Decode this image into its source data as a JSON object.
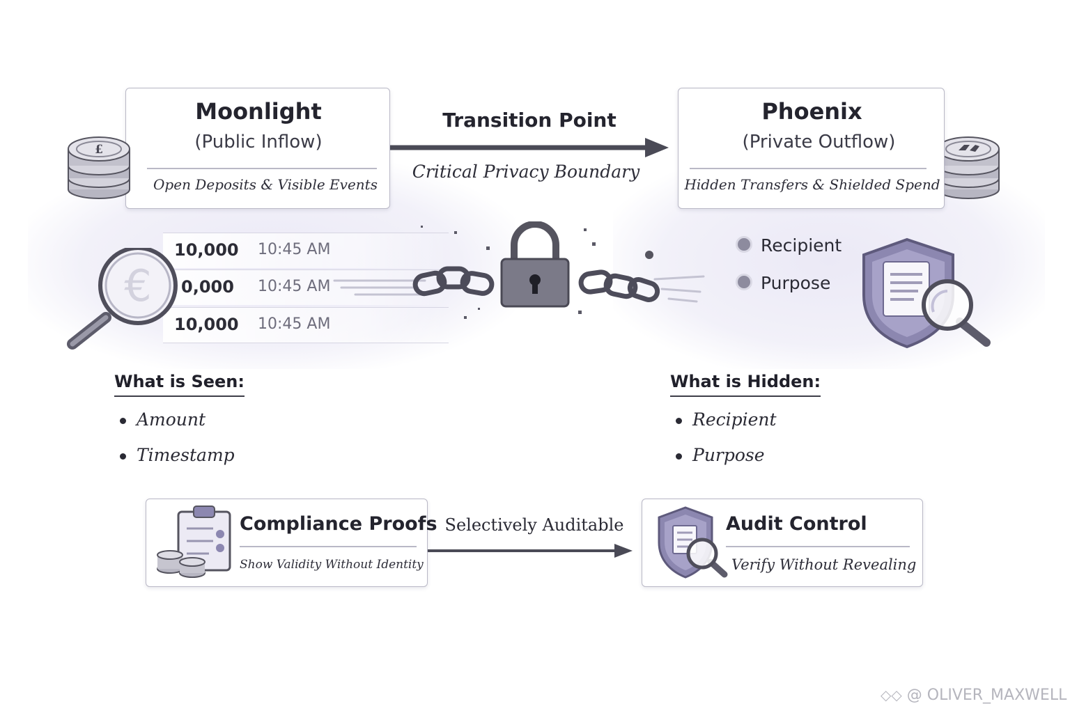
{
  "moonlight": {
    "title": "Moonlight",
    "subtitle": "(Public Inflow)",
    "note": "Open Deposits & Visible Events"
  },
  "phoenix": {
    "title": "Phoenix",
    "subtitle": "(Private Outflow)",
    "note": "Hidden Transfers & Shielded Spend"
  },
  "transition": {
    "label": "Transition Point",
    "caption": "Critical Privacy Boundary"
  },
  "ledger": {
    "rows": [
      {
        "amount": "10,000",
        "time": "10:45 AM"
      },
      {
        "amount": "0,000",
        "time": "10:45 AM"
      },
      {
        "amount": "10,000",
        "time": "10:45 AM"
      }
    ]
  },
  "hidden_fields": [
    "Recipient",
    "Purpose"
  ],
  "seen_section": {
    "heading": "What is Seen:",
    "items": [
      "Amount",
      "Timestamp"
    ]
  },
  "hidden_section": {
    "heading": "What is Hidden:",
    "items": [
      "Recipient",
      "Purpose"
    ]
  },
  "compliance": {
    "title": "Compliance Proofs",
    "note": "Show Validity Without Identity"
  },
  "audit_link": {
    "label": "Selectively Auditable"
  },
  "audit": {
    "title": "Audit Control",
    "note": "Verify Without Revealing"
  },
  "watermark": "@ OLIVER_MAXWELL",
  "icons": {
    "left_coin": "pound-coin-stack-icon",
    "right_coin": "coin-stack-icon",
    "magnifier": "euro-magnifier-icon",
    "lock": "padlock-chain-icon",
    "shield": "shield-document-magnifier-icon",
    "clipboard": "clipboard-checklist-coins-icon"
  },
  "colors": {
    "accent": "#4a4a56",
    "card_border": "#b9b8c6",
    "glow": "#ebe9f6",
    "shield": "#8c87b0"
  }
}
